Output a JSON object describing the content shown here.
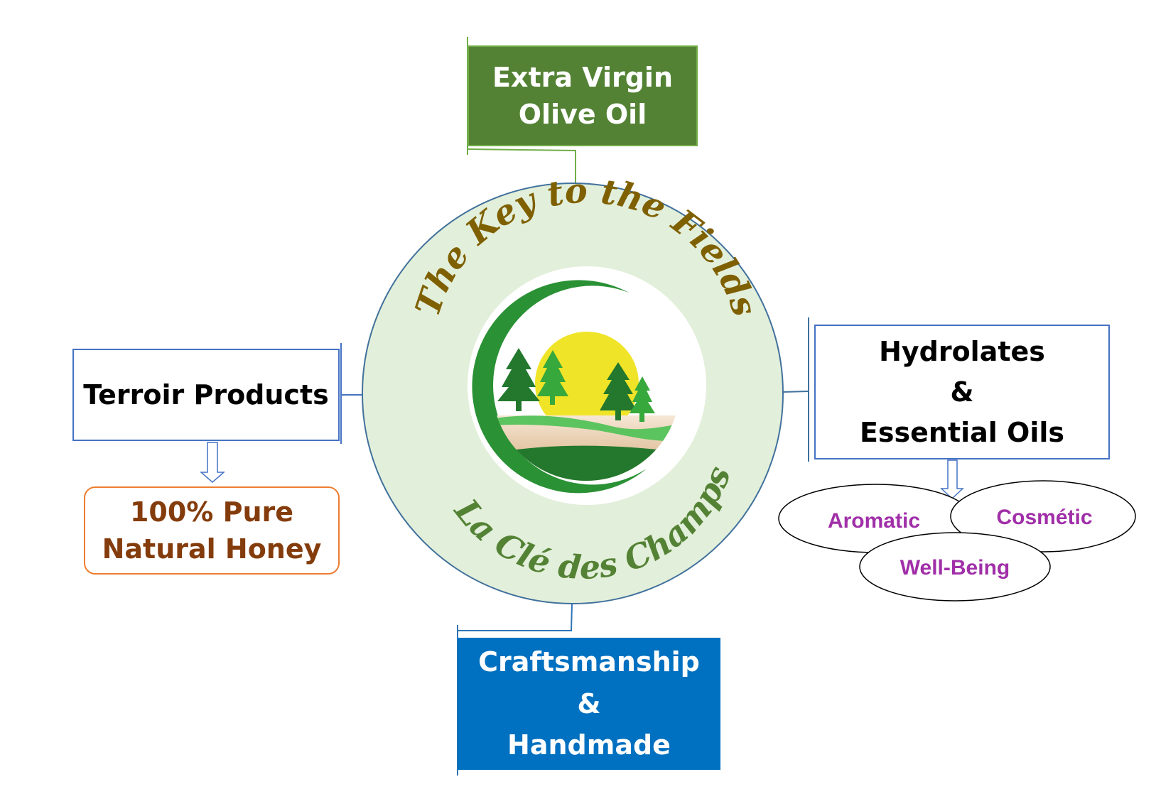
{
  "center": {
    "title_en": "The Key to the Fields",
    "title_fr": "La Clé des Champs"
  },
  "nodes": {
    "olive_oil": {
      "lines": [
        "Extra Virgin",
        "Olive Oil"
      ]
    },
    "terroir": {
      "lines": [
        "Terroir Products"
      ]
    },
    "honey": {
      "lines": [
        "100% Pure",
        "Natural Honey"
      ]
    },
    "hydrolates": {
      "lines": [
        "Hydrolates",
        "&",
        "Essential Oils"
      ]
    },
    "craftsmanship": {
      "lines": [
        "Craftsmanship",
        "&",
        "Handmade"
      ]
    }
  },
  "uses": [
    {
      "label": "Aromatic"
    },
    {
      "label": "Cosmétic"
    },
    {
      "label": "Well-Being"
    }
  ],
  "colors": {
    "olive_fill": "#548235",
    "craft_fill": "#0070c0",
    "honey_text": "#843c0c",
    "honey_border": "#ed7d31",
    "uses_text": "#a02fa8",
    "circle_fill": "#e2efda",
    "circle_border": "#41719c",
    "title_en_color": "#7f6000",
    "title_fr_color": "#548235"
  }
}
